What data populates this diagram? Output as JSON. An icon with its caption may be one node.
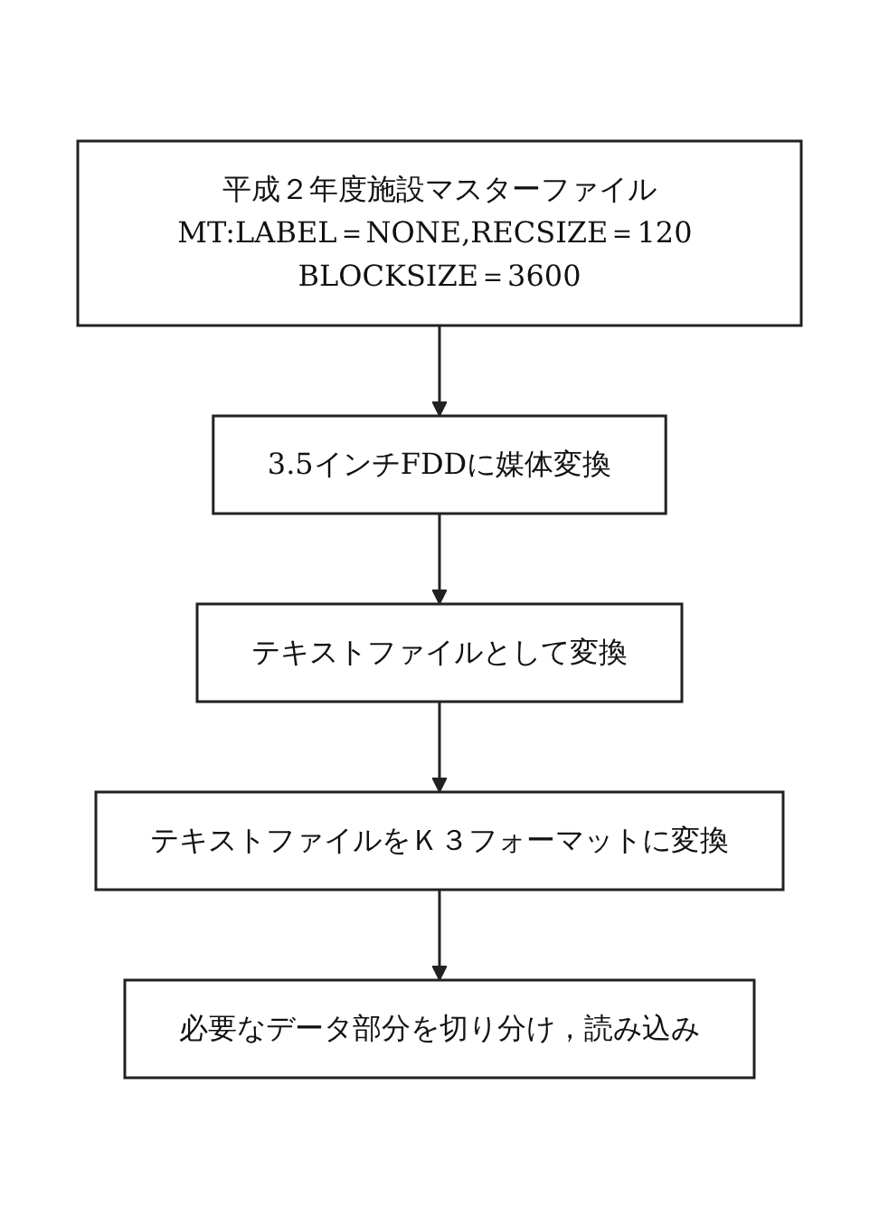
{
  "diagram": {
    "nodes": [
      {
        "text": [
          "平成２年度施設マスターファイル",
          "MT:LABEL＝NONE,RECSIZE＝120 BLOCKSIZE＝3600"
        ]
      },
      {
        "text": [
          "3.5インチFDDに媒体変換"
        ]
      },
      {
        "text": [
          "テキストファイルとして変換"
        ]
      },
      {
        "text": [
          "テキストファイルをＫ３フォーマットに変換"
        ]
      },
      {
        "text": [
          "必要なデータ部分を切り分け，読み込み"
        ]
      }
    ],
    "edges": [
      {
        "from": 0,
        "to": 1,
        "arrow": "to"
      },
      {
        "from": 1,
        "to": 2,
        "arrow": "to"
      },
      {
        "from": 2,
        "to": 3,
        "arrow": "to"
      },
      {
        "from": 3,
        "to": 4,
        "arrow": "to"
      }
    ]
  }
}
